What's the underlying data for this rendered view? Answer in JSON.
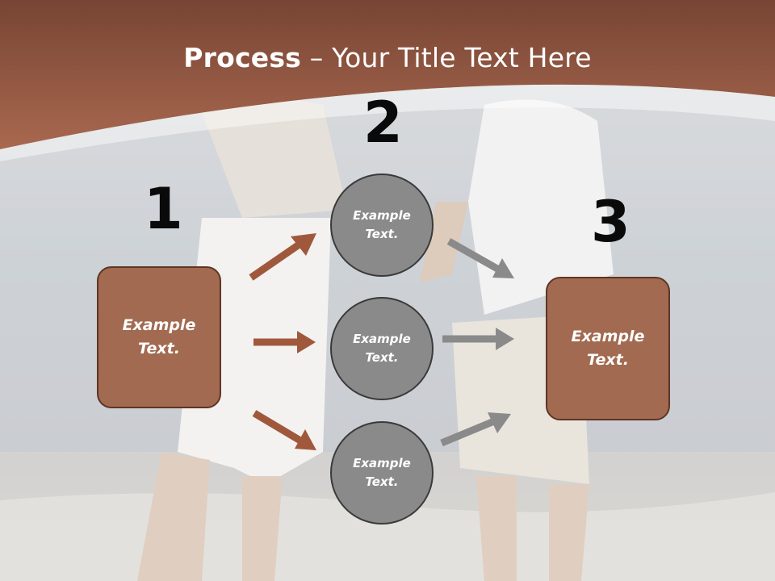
{
  "title": {
    "bold": "Process",
    "rest": " – Your Title Text Here"
  },
  "steps": [
    {
      "number": "1",
      "label": "Example\nText."
    },
    {
      "number": "2",
      "labels": [
        "Example\nText.",
        "Example\nText.",
        "Example\nText."
      ]
    },
    {
      "number": "3",
      "label": "Example\nText."
    }
  ],
  "colors": {
    "header_brown": "#8b5640",
    "box_fill": "#a26a50",
    "circle_fill": "#8a8a8a",
    "arrow_brown": "#a0583c",
    "arrow_gray": "#8a8a8a"
  }
}
